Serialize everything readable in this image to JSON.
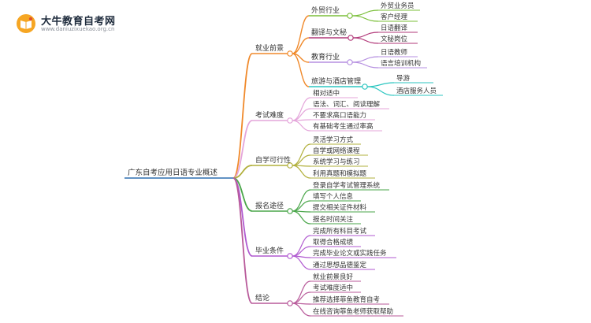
{
  "logo": {
    "title": "大牛教育自考网",
    "url": "www.daniuzixuekao.org.cn"
  },
  "mindmap": {
    "root": "广东自考应用日语专业概述",
    "branches": [
      {
        "label": "就业前景",
        "color": "#f0892a",
        "children": [
          {
            "label": "外贸行业",
            "color": "#7bbf3a",
            "children": [
              "外贸业务员",
              "客户经理"
            ]
          },
          {
            "label": "翻译与文秘",
            "color": "#b23a7a",
            "children": [
              "日语翻译",
              "文秘岗位"
            ]
          },
          {
            "label": "教育行业",
            "color": "#b58fe0",
            "children": [
              "日语教师",
              "语言培训机构"
            ]
          },
          {
            "label": "旅游与酒店管理",
            "color": "#2cc6c0",
            "children": [
              "导游",
              "酒店服务人员"
            ]
          }
        ]
      },
      {
        "label": "考试难度",
        "color": "#e4a5da",
        "children": [
          "相对适中",
          "语法、词汇、阅读理解",
          "不要求高口语能力",
          "有基础考生通过率高"
        ]
      },
      {
        "label": "自学可行性",
        "color": "#b2b03c",
        "children": [
          "灵活学习方式",
          "自学或网络课程",
          "系统学习与练习",
          "利用真题和模拟题"
        ]
      },
      {
        "label": "报名途径",
        "color": "#4aa64a",
        "children": [
          "登录自学考试管理系统",
          "填写个人信息",
          "提交相关证件材料",
          "报名时间关注"
        ]
      },
      {
        "label": "毕业条件",
        "color": "#b05ad0",
        "children": [
          "完成所有科目考试",
          "取得合格成绩",
          "完成毕业论文或实践任务",
          "通过思想品德鉴定"
        ]
      },
      {
        "label": "结论",
        "color": "#b85a9a",
        "children": [
          "就业前景良好",
          "考试难度适中",
          "推荐选择菲鱼教育自考",
          "在线咨询菲鱼老师获取帮助"
        ]
      }
    ]
  }
}
